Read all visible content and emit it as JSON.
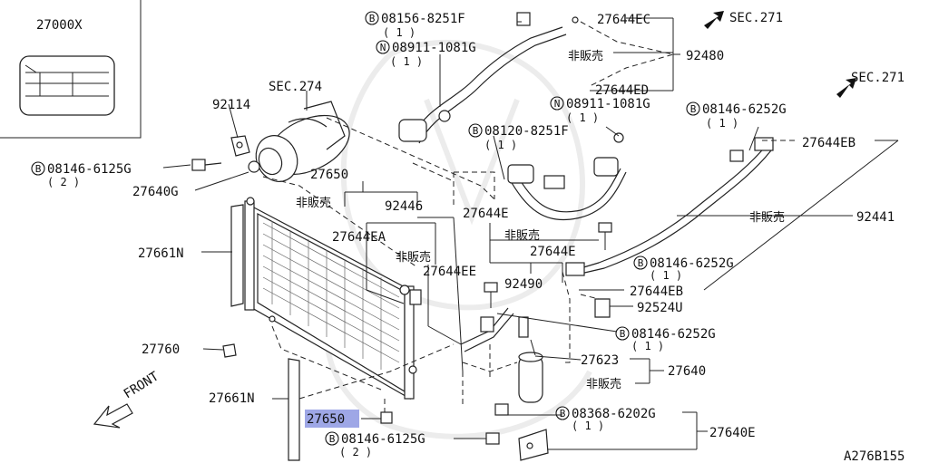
{
  "inset": {
    "part_no": "27000X"
  },
  "labels": {
    "sec271_top": "SEC.271",
    "sec271_right": "SEC.271",
    "sec274": "SEC.274",
    "p92114": "92114",
    "p27640g": "27640G",
    "p27661n_top": "27661N",
    "p27661n_bottom": "27661N",
    "p27760": "27760",
    "p27650_top": "27650",
    "p27650_hl": "27650",
    "p92446": "92446",
    "p27644ea": "27644EA",
    "p27644ee": "27644EE",
    "p27644e_a": "27644E",
    "p27644e_b": "27644E",
    "p92490": "92490",
    "p27644ec": "27644EC",
    "p92480": "92480",
    "p27644ed": "27644ED",
    "p27644eb_top": "27644EB",
    "p92441": "92441",
    "p27644eb_mid": "27644EB",
    "p92524u": "92524U",
    "p27623": "27623",
    "p27640": "27640",
    "p27640e": "27640E",
    "hanbai_1": "非販売",
    "hanbai_2": "非販売",
    "hanbai_3": "非販売",
    "hanbai_4": "非販売",
    "hanbai_5": "非販売",
    "hanbai_6": "非販売",
    "front": "FRONT",
    "diagram_code": "A276B155"
  },
  "fasteners": [
    {
      "prefix": "B",
      "part": "08156-8251F",
      "qty": "( 1 )"
    },
    {
      "prefix": "N",
      "part": "08911-1081G",
      "qty": "( 1 )"
    },
    {
      "prefix": "N",
      "part": "08911-1081G",
      "qty": "( 1 )"
    },
    {
      "prefix": "B",
      "part": "08120-8251F",
      "qty": "( 1 )"
    },
    {
      "prefix": "B",
      "part": "08146-6252G",
      "qty": "( 1 )"
    },
    {
      "prefix": "B",
      "part": "08146-6125G",
      "qty": "( 2 )"
    },
    {
      "prefix": "B",
      "part": "08146-6252G",
      "qty": "( 1 )"
    },
    {
      "prefix": "B",
      "part": "08146-6252G",
      "qty": "( 1 )"
    },
    {
      "prefix": "B",
      "part": "08368-6202G",
      "qty": "( 1 )"
    },
    {
      "prefix": "B",
      "part": "08146-6125G",
      "qty": "( 2 )"
    }
  ]
}
